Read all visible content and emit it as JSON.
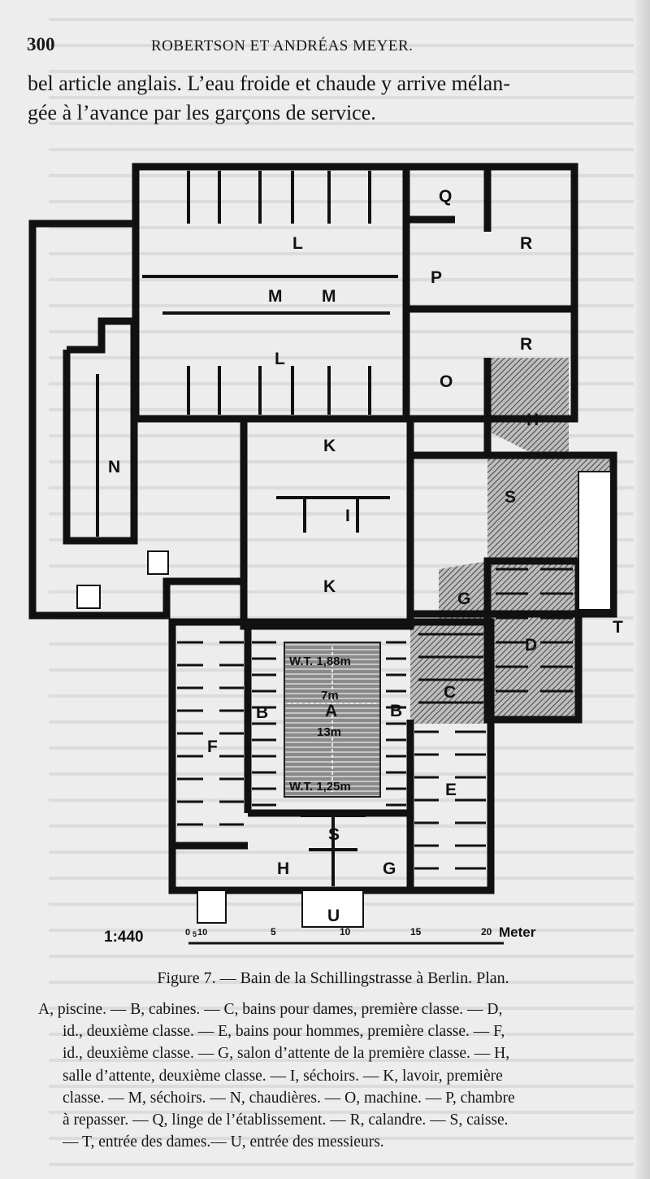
{
  "header": {
    "page_number": "300",
    "running_head": "ROBERTSON ET ANDRÉAS MEYER."
  },
  "body_text": [
    "bel article anglais. L’eau froide et chaude y arrive mélan-",
    "gée à l’avance par les garçons de service."
  ],
  "plan": {
    "room_labels": {
      "Q": "Q",
      "R1": "R",
      "R2": "R",
      "L1": "L",
      "L2": "L",
      "M1": "M",
      "M2": "M",
      "P": "P",
      "O": "O",
      "H1": "H",
      "H2": "H",
      "K1": "K",
      "K2": "K",
      "N": "N",
      "S1": "S",
      "S2": "S",
      "I": "I",
      "G1": "G",
      "G2": "G",
      "T": "T",
      "D": "D",
      "C": "C",
      "B1": "B",
      "B2": "B",
      "A": "A",
      "F": "F",
      "E": "E",
      "U": "U"
    },
    "pool_annotations": {
      "wt_top": "W.T. 1,88m",
      "width": "7m",
      "length": "13m",
      "wt_bottom": "W.T. 1,25m"
    },
    "scale": {
      "ratio": "1:440",
      "ticks": [
        "0",
        "5",
        "10",
        "5",
        "10",
        "15",
        "20"
      ],
      "unit": "Meter"
    }
  },
  "caption": "Figure 7. — Bain de la Schillingstrasse à Berlin. Plan.",
  "legend_lines": [
    "A, piscine. — B, cabines. — C, bains pour dames, première classe. — D,",
    "id., deuxième classe. — E, bains pour hommes, première classe. — F,",
    "id., deuxième classe. — G, salon d’attente de la première classe. — H,",
    "salle d’attente, deuxième classe. — I, séchoirs. — K, lavoir, première",
    "classe. — M, séchoirs. — N, chaudières. — O, machine. — P, chambre",
    "à repasser. — Q, linge de l’établissement. — R, calandre. — S, caisse.",
    "— T, entrée des dames.— U, entrée des messieurs."
  ]
}
